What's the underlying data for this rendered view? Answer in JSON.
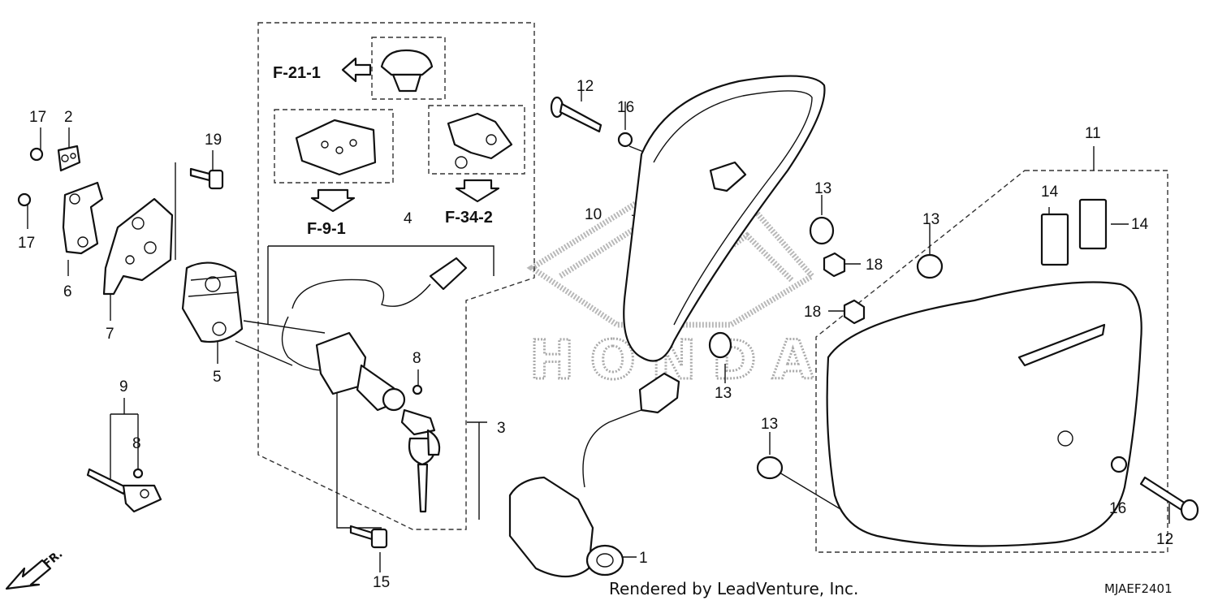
{
  "part_labels": {
    "p1": "1",
    "p2": "2",
    "p3": "3",
    "p4": "4",
    "p5": "5",
    "p6": "6",
    "p7": "7",
    "p8a": "8",
    "p8b": "8",
    "p9": "9",
    "p10": "10",
    "p11": "11",
    "p12a": "12",
    "p12b": "12",
    "p13a": "13",
    "p13b": "13",
    "p13c": "13",
    "p13d": "13",
    "p14a": "14",
    "p14b": "14",
    "p15": "15",
    "p16a": "16",
    "p16b": "16",
    "p17a": "17",
    "p17b": "17",
    "p18a": "18",
    "p18b": "18",
    "p19": "19"
  },
  "section_refs": {
    "f21": "F-21-1",
    "f9": "F-9-1",
    "f34": "F-34-2"
  },
  "watermark_text": "HONDA",
  "footer": {
    "rendered_by": "Rendered by LeadVenture, Inc.",
    "diagram_code": "MJAEF2401"
  },
  "direction_marker": "FR."
}
